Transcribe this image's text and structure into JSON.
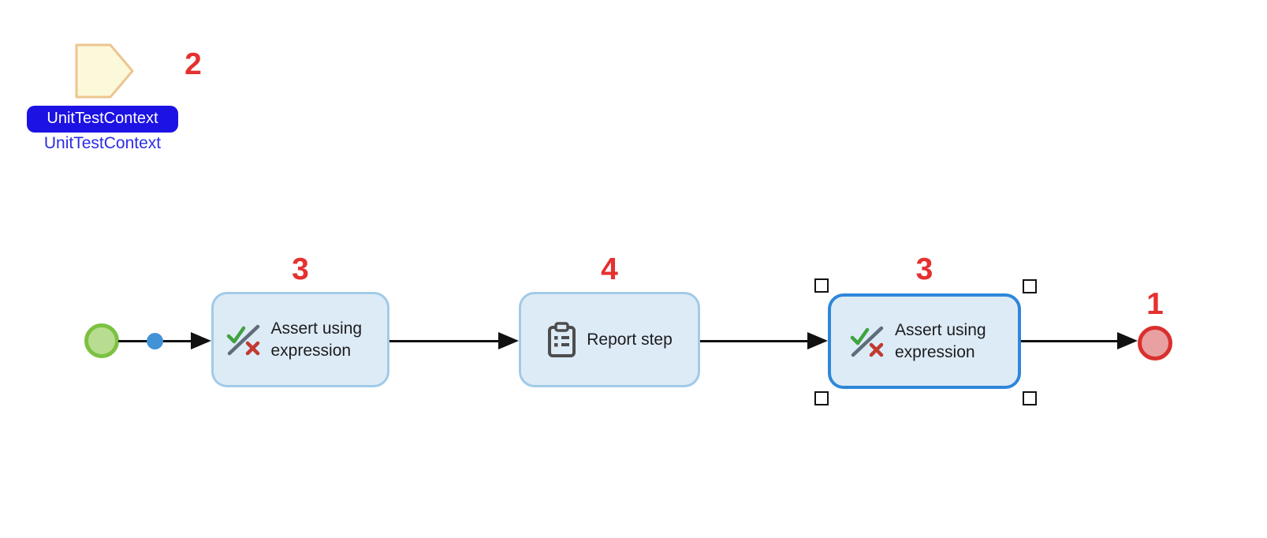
{
  "context_node": {
    "selected_label": "UnitTestContext",
    "sublabel": "UnitTestContext",
    "count_badge": "2",
    "shape": "pentagon-right-icon",
    "shape_fill": "#fcf8da",
    "shape_border": "#ecc58e",
    "pill_bg": "#1c12e4",
    "pill_text_color": "#ffffff",
    "sublabel_color": "#2d2de4"
  },
  "flow": {
    "start": {
      "type": "start-event",
      "fill": "#b9dd90",
      "border": "#7cc142"
    },
    "waypoint_dot_color": "#4292d8",
    "steps": [
      {
        "id": "assert-1",
        "label": "Assert using expression",
        "count_badge": "3",
        "icon": "assert-expression-icon",
        "selected": false
      },
      {
        "id": "report",
        "label": "Report step",
        "count_badge": "4",
        "icon": "report-clipboard-icon",
        "selected": false
      },
      {
        "id": "assert-2",
        "label": "Assert using expression",
        "count_badge": "3",
        "icon": "assert-expression-icon",
        "selected": true
      }
    ],
    "end": {
      "type": "end-event",
      "count_badge": "1",
      "fill": "#e9a0a0",
      "border": "#d9302e"
    }
  },
  "colors": {
    "count_badge": "#e5312f",
    "step_fill": "#ddebf7",
    "step_border": "#a2cae7",
    "step_border_selected": "#2e87d9",
    "edge": "#111111"
  }
}
